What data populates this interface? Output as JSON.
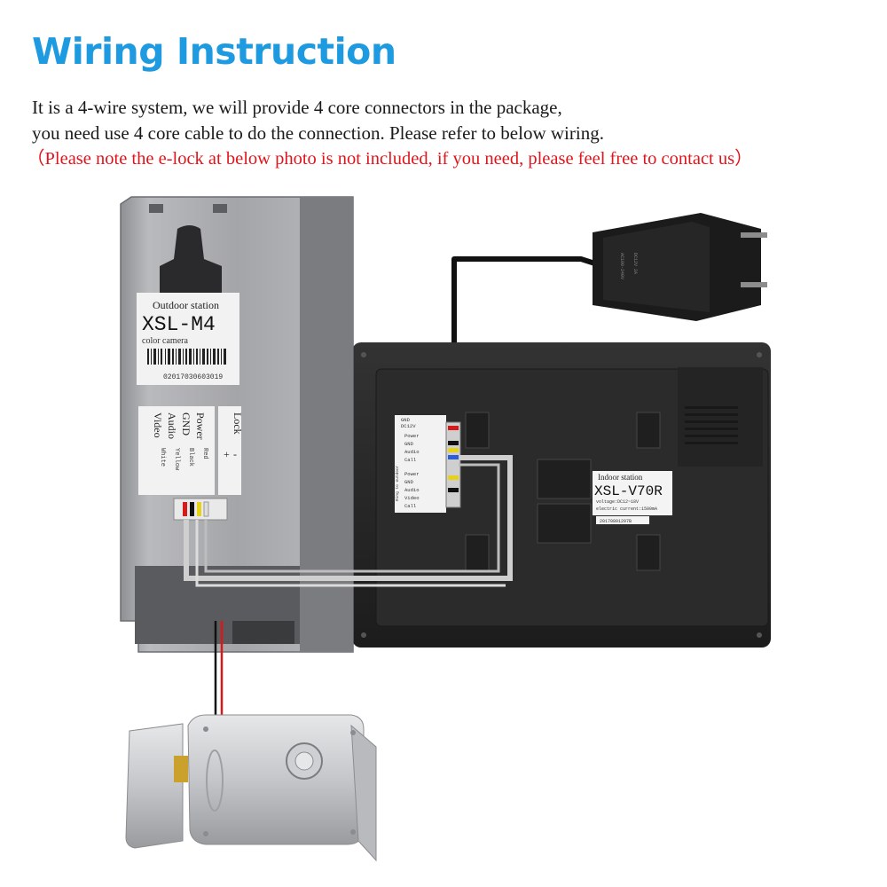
{
  "header": {
    "title": "Wiring Instruction",
    "line1": "It is a 4-wire system, we will provide 4 core connectors in the package,",
    "line2": "you need use 4 core cable to do the connection. Please refer to below wiring.",
    "line3": "（Please note the e-lock at below photo is not included, if you need, please feel free to contact us）"
  },
  "outdoor_station": {
    "label_heading": "Outdoor station",
    "model": "XSL-M4",
    "camera": "color camera",
    "serial": "02017030603019",
    "terminals": [
      "Power",
      "GND",
      "Audio",
      "Video"
    ],
    "wire_colors": [
      "Red",
      "Black",
      "Yellow",
      "White"
    ],
    "lock_label": "Lock",
    "lock_terms": [
      "+",
      "-"
    ]
  },
  "indoor_station": {
    "label_heading": "Indoor station",
    "model": "XSL-V70R",
    "voltage": "voltage:DC12~18V",
    "current": "electric current:1500mA",
    "serial": "20170801297B",
    "side_label": "Ring to outdoor",
    "terminal_rows_top": [
      "Power",
      "GND",
      "Audio",
      "Call"
    ],
    "terminal_rows_bottom": [
      "Power",
      "GND",
      "Audio",
      "Video",
      "Call"
    ],
    "top_pins": [
      "GND",
      "DC12V"
    ]
  },
  "colors": {
    "title": "#1e9be0",
    "note": "#e2141b",
    "monitor": "#262626",
    "wire_red": "#d61a1a",
    "wire_gray": "#c8c8c8"
  },
  "icons": [
    "power-adapter-icon",
    "electric-lock-icon"
  ]
}
